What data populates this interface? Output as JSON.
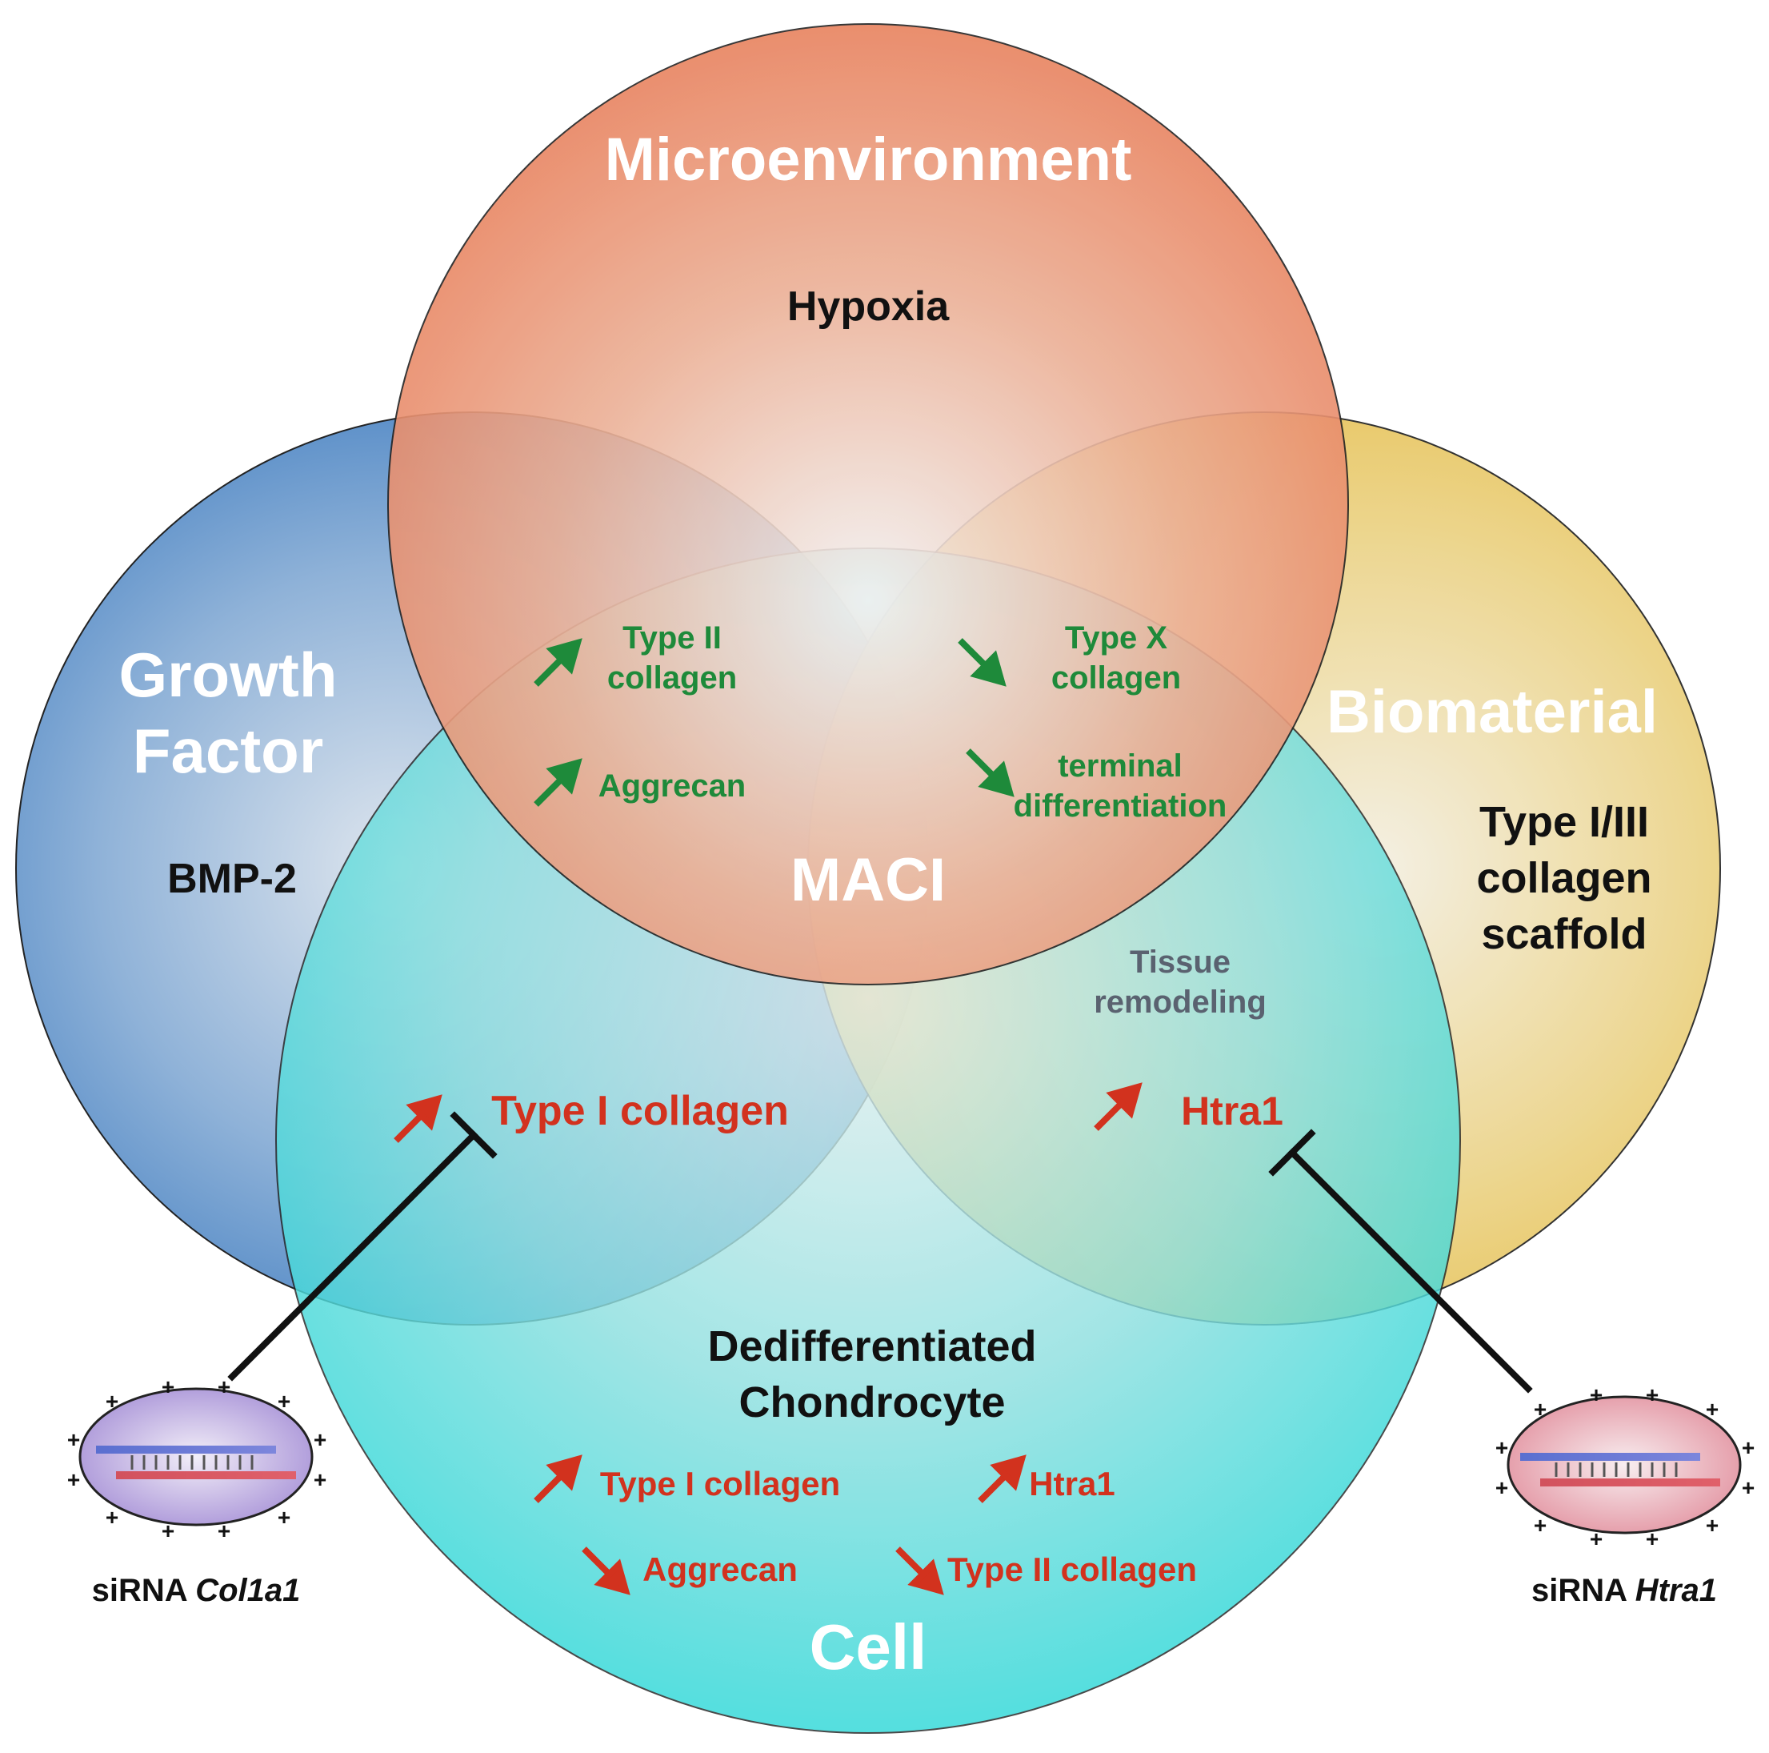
{
  "circles": {
    "microenvironment": {
      "title": "Microenvironment",
      "factor": "Hypoxia",
      "color": "#e8876a"
    },
    "growth_factor": {
      "title_line1": "Growth",
      "title_line2": "Factor",
      "factor": "BMP-2",
      "color": "#4f87c4"
    },
    "biomaterial": {
      "title": "Biomaterial",
      "factor_line1": "Type I/III",
      "factor_line2": "collagen",
      "factor_line3": "scaffold",
      "color": "#e8c45a"
    },
    "cell": {
      "title": "Cell",
      "factor_line1": "Dedifferentiated",
      "factor_line2": "Chondrocyte",
      "color": "#3fd6d6"
    }
  },
  "center_label": "MACI",
  "overlap_growth_micro": {
    "item1_line1": "Type II",
    "item1_line2": "collagen",
    "item1_direction": "up",
    "item2": "Aggrecan",
    "item2_direction": "up"
  },
  "overlap_micro_biomaterial": {
    "item1_line1": "Type X",
    "item1_line2": "collagen",
    "item1_direction": "down",
    "item2_line1": "terminal",
    "item2_line2": "differentiation",
    "item2_direction": "down"
  },
  "overlap_growth_cell": {
    "label": "Type I collagen",
    "direction": "up"
  },
  "overlap_biomaterial_cell": {
    "note_line1": "Tissue",
    "note_line2": "remodeling",
    "label": "Htra1",
    "direction": "up"
  },
  "cell_only": {
    "item1": "Type I collagen",
    "item1_direction": "up",
    "item2": "Htra1",
    "item2_direction": "up",
    "item3": "Aggrecan",
    "item3_direction": "down",
    "item4": "Type II collagen",
    "item4_direction": "down"
  },
  "sirna_left": {
    "prefix": "siRNA ",
    "gene": "Col1a1"
  },
  "sirna_right": {
    "prefix": "siRNA ",
    "gene": "Htra1"
  },
  "colors": {
    "green": "#1e8a3a",
    "red": "#d2321e",
    "inhibitor": "#111111"
  }
}
